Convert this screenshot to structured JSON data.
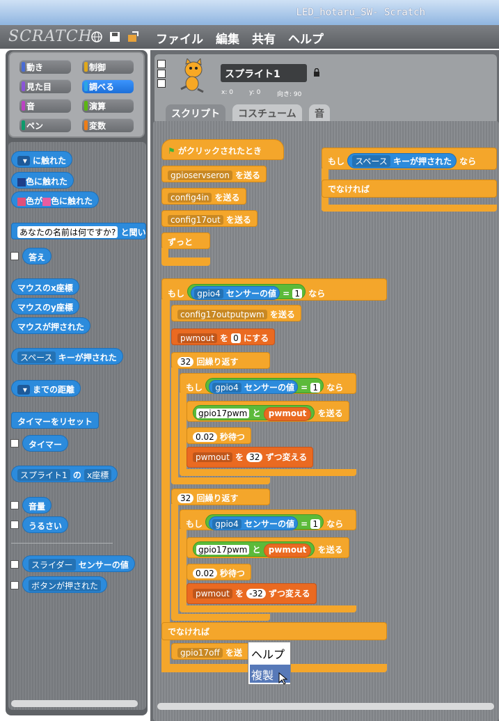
{
  "window": {
    "title": "LED_hotaru_SW- Scratch"
  },
  "menu": {
    "logo": "SCRATCH",
    "items": [
      "ファイル",
      "編集",
      "共有",
      "ヘルプ"
    ]
  },
  "categories": [
    {
      "label": "動き",
      "color": "#4a6cd4"
    },
    {
      "label": "制御",
      "color": "#e1a91a"
    },
    {
      "label": "見た目",
      "color": "#8a55d7"
    },
    {
      "label": "調べる",
      "color": "#2ca5e2",
      "selected": true
    },
    {
      "label": "音",
      "color": "#bb42c3"
    },
    {
      "label": "演算",
      "color": "#5cb712"
    },
    {
      "label": "ペン",
      "color": "#0e9a6c"
    },
    {
      "label": "変数",
      "color": "#ee7d16"
    }
  ],
  "palette": {
    "touching": "に触れた",
    "touching_color": "色に触れた",
    "color_a": "色が",
    "color_b": "色に触れた",
    "ask_value": "あなたの名前は何ですか?",
    "ask_suffix": "と聞い",
    "answer": "答え",
    "mouse_x": "マウスのx座標",
    "mouse_y": "マウスのy座標",
    "mouse_down": "マウスが押された",
    "key_dd": "スペース",
    "key_pressed": "キーが押された",
    "distance": "までの距離",
    "reset_timer": "タイマーをリセット",
    "timer": "タイマー",
    "of_dd": "スプライト1",
    "of_label": "の",
    "of_attr": "x座標",
    "loudness": "音量",
    "loud": "うるさい",
    "slider_dd": "スライダー",
    "sensor_value": "センサーの値",
    "button_pressed": "ボタンが押された"
  },
  "sprite": {
    "name": "スプライト1",
    "x_label": "x: 0",
    "y_label": "y: 0",
    "dir_label": "向き: 90"
  },
  "tabs": [
    "スクリプト",
    "コスチューム",
    "音"
  ],
  "script": {
    "hat": "がクリックされたとき",
    "b1": "gpioservseron",
    "send": "を送る",
    "b2": "config4in",
    "b3": "config17out",
    "forever": "ずっと",
    "if": "もし",
    "then": "なら",
    "else": "でなければ",
    "gpio4": "gpio4",
    "sensor": "センサーの値",
    "eq": "=",
    "one": "1",
    "b4": "config17outputpwm",
    "var": "pwmout",
    "to": "を",
    "zero": "0",
    "set": "にする",
    "n32": "32",
    "repeat": "回繰り返す",
    "gpio17pwm": "gpio17pwm",
    "and": "と",
    "wait_v": "0.02",
    "wait": "秒待つ",
    "by": "を",
    "change": "ずつ変える",
    "pos32": "32",
    "neg32": "-32",
    "off": "gpio17off",
    "send_trunc": "を送",
    "if2_key": "スペース",
    "if2_pressed": "キーが押された"
  },
  "context_menu": {
    "items": [
      "ヘルプ",
      "複製"
    ]
  }
}
